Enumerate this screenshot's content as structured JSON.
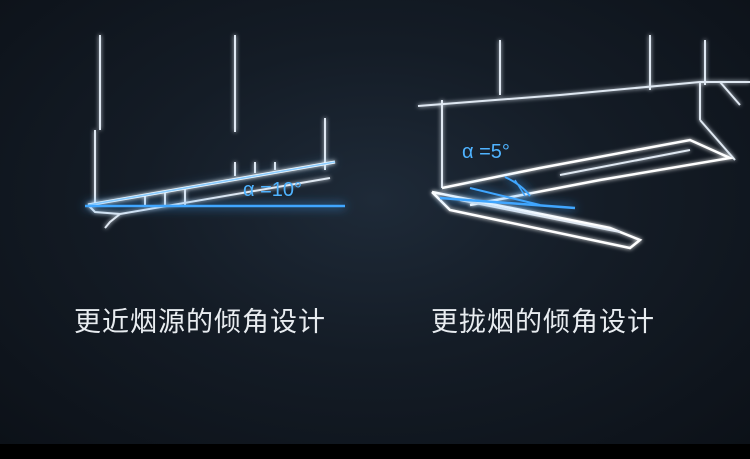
{
  "left_panel": {
    "angle_label": "α =10°",
    "caption": "更近烟源的倾角设计"
  },
  "right_panel": {
    "angle_label": "α =5°",
    "caption": "更拢烟的倾角设计"
  },
  "colors": {
    "background": "#141c26",
    "line_white": "#dfe8f2",
    "line_blue": "#3fa6ff",
    "caption_text": "#e8ecf0"
  }
}
